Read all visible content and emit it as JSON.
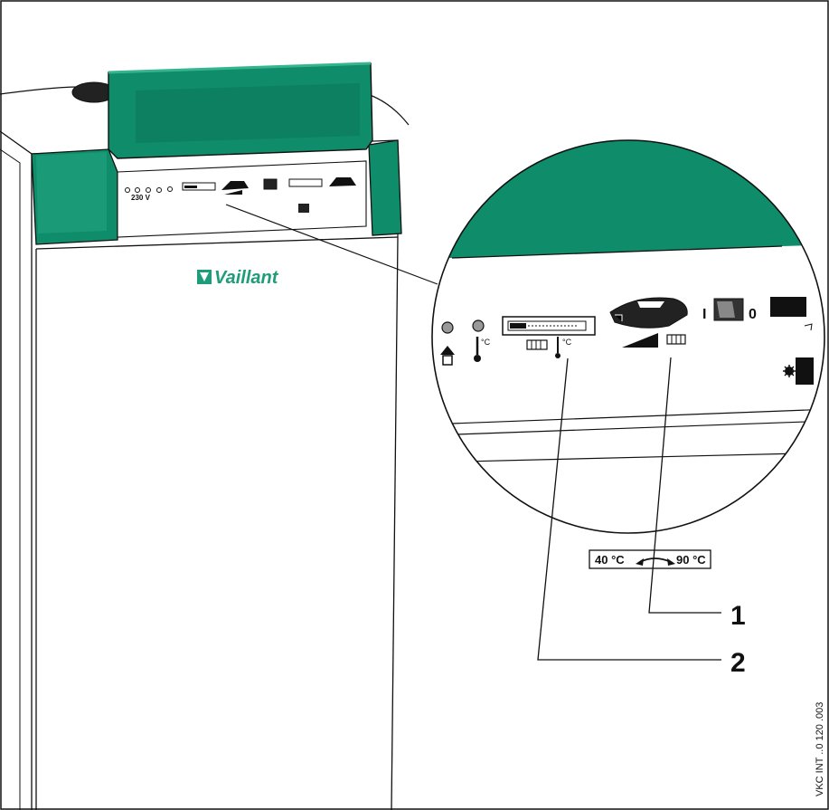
{
  "brand": {
    "logo_text": "Vaillant",
    "color": "#1f9d7a"
  },
  "colors": {
    "cover_green": "#0f8c6a",
    "cover_green_light": "#35b48e",
    "body_fill": "#ffffff",
    "stroke": "#111111"
  },
  "panel_small": {
    "voltage_label": "230 V"
  },
  "temperature_range": {
    "min_label": "40 °C",
    "max_label": "90 °C"
  },
  "units": {
    "celsius": "°C",
    "switch_on": "I",
    "switch_off": "0"
  },
  "callouts": [
    {
      "number": "1",
      "target": "flow temperature dial"
    },
    {
      "number": "2",
      "target": "temperature display"
    }
  ],
  "figure_code": "VKC INT ..0 120 .003",
  "icons": [
    "chimney-icon",
    "thermometer-icon",
    "radiator-icon",
    "wedge-icon",
    "snowflake-icon",
    "tap-icon"
  ]
}
